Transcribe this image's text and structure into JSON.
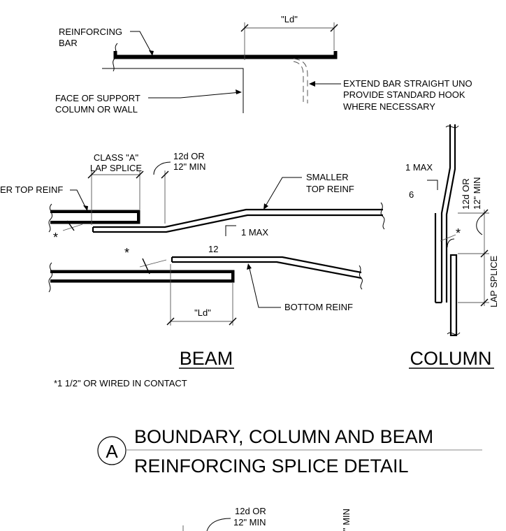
{
  "top_detail": {
    "reinforcing_bar_line1": "REINFORCING",
    "reinforcing_bar_line2": "BAR",
    "ld": "\"Ld\"",
    "face_line1": "FACE OF SUPPORT",
    "face_line2": "COLUMN OR WALL",
    "extend_line1": "EXTEND BAR STRAIGHT UNO",
    "extend_line2": "PROVIDE STANDARD HOOK",
    "extend_line3": "WHERE NECESSARY"
  },
  "beam_detail": {
    "class_a_line1": "CLASS \"A\"",
    "class_a_line2": "LAP SPLICE",
    "twelve_d_line1": "12d OR",
    "twelve_d_line2": "12\" MIN",
    "larger_top": "ER TOP REINF",
    "smaller_line1": "SMALLER",
    "smaller_line2": "TOP REINF",
    "one_max": "1 MAX",
    "twelve": "12",
    "asterisk": "*",
    "ld": "\"Ld\"",
    "bottom_reinf": "BOTTOM REINF",
    "label": "BEAM"
  },
  "column_detail": {
    "one_max": "1 MAX",
    "six": "6",
    "twelve_d_line1": "12d OR",
    "twelve_d_line2": "12\" MIN",
    "asterisk": "*",
    "lap_splice": "LAP SPLICE",
    "label": "COLUMN"
  },
  "note": "*1 1/2\" OR WIRED IN CONTACT",
  "title": {
    "marker": "A",
    "line1": "BOUNDARY, COLUMN AND BEAM",
    "line2": "REINFORCING SPLICE DETAIL"
  },
  "bottom_partial": {
    "twelve_d_line1": "12d OR",
    "twelve_d_line2": "12\" MIN",
    "min": "\" MIN"
  }
}
